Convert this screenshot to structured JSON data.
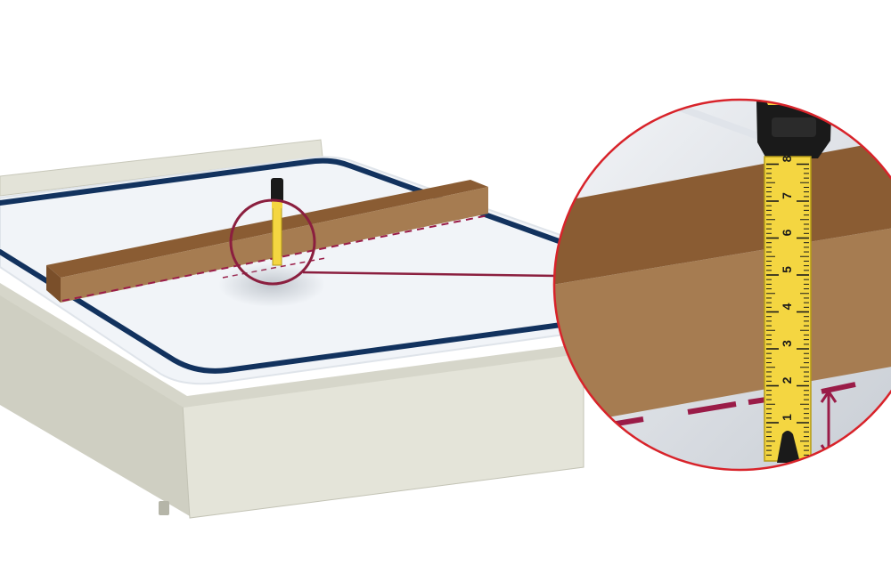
{
  "tape_numbers": [
    "1",
    "2",
    "3",
    "4",
    "5",
    "6",
    "7",
    "8"
  ],
  "colors": {
    "mattress_top": "#f1f4f8",
    "mattress_border": "#12325e",
    "bed_frame": "#e1e1d6",
    "bed_frame_shadow": "#c9c9bc",
    "wood_top": "#8a5c33",
    "wood_front": "#a67c51",
    "tape_yellow": "#f4d641",
    "tape_case": "#1a1a1a",
    "guide_line": "#9a1c48",
    "callout_outline": "#d8232a"
  }
}
